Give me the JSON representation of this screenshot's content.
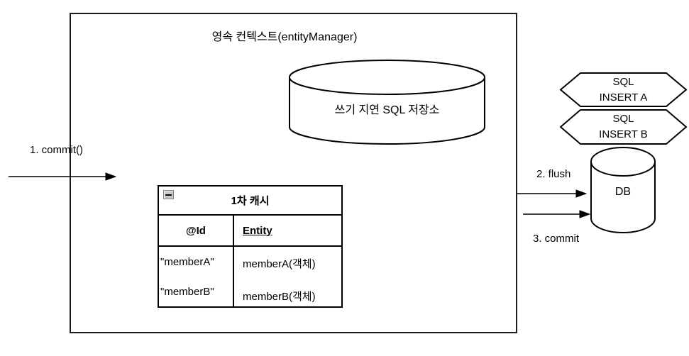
{
  "diagram": {
    "context": {
      "title": "영속 컨텍스트(entityManager)"
    },
    "sql_store": {
      "label": "쓰기 지연 SQL 저장소"
    },
    "cache_table": {
      "title": "1차 캐시",
      "collapse_icon": "minus",
      "columns": {
        "id": "@Id",
        "entity": "Entity"
      },
      "rows": [
        {
          "id": "\"memberA\"",
          "entity": "memberA(객체)"
        },
        {
          "id": "\"memberB\"",
          "entity": "memberB(객체)"
        }
      ]
    },
    "arrows": {
      "commit1": "1. commit()",
      "flush": "2. flush",
      "commit3": "3. commit"
    },
    "sql_hexagons": [
      {
        "line1": "SQL",
        "line2": "INSERT A"
      },
      {
        "line1": "SQL",
        "line2": "INSERT B"
      }
    ],
    "db": {
      "label": "DB"
    },
    "colors": {
      "stroke": "#000000",
      "background": "#ffffff",
      "collapse_button_bg": "#c8c8c8"
    }
  }
}
